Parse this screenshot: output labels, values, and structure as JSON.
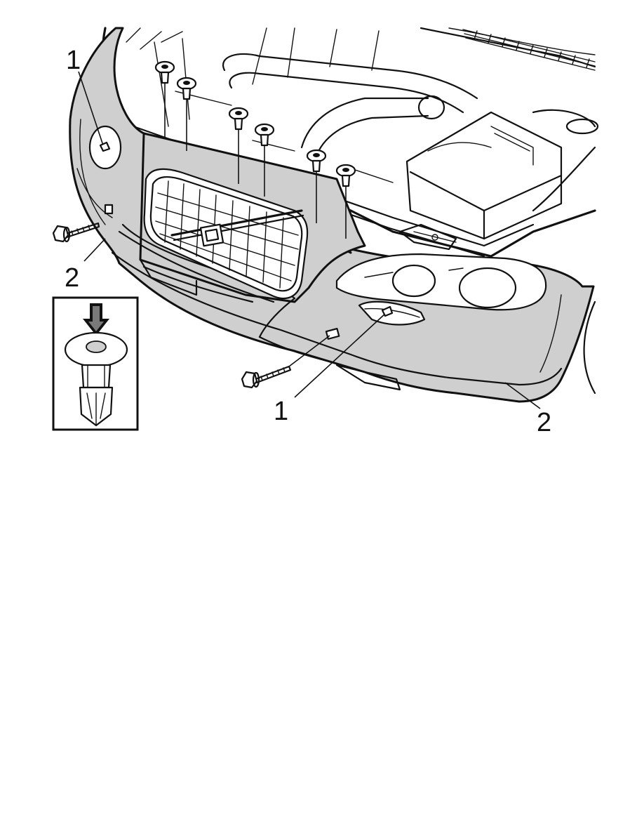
{
  "diagram": {
    "callouts": {
      "clip_label_left": "1",
      "clip_label_right": "1",
      "bumper_label_left": "2",
      "bumper_label_right": "2"
    },
    "inset": {
      "icon": "push-clip-insertion-arrow-icon"
    },
    "colors": {
      "bumper_cover": "#cfcfcf",
      "outline": "#111111",
      "background": "#ffffff"
    }
  }
}
